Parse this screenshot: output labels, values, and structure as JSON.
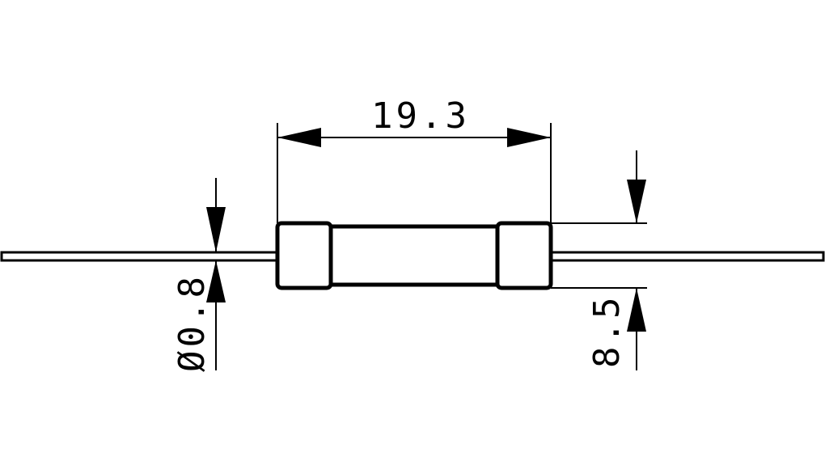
{
  "drawing": {
    "dimensions": {
      "body_length": "19.3",
      "lead_diameter": "Ø0.8",
      "body_diameter": "8.5"
    }
  },
  "colors": {
    "line": "#000000",
    "background": "#ffffff"
  }
}
